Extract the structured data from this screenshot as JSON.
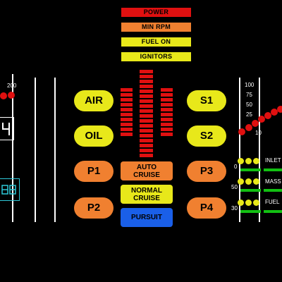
{
  "status_lights": [
    "POWER",
    "MIN RPM",
    "FUEL ON",
    "IGNITORS"
  ],
  "status_colors": [
    "#e01010",
    "#f08030",
    "#e8e81a",
    "#e8e81a"
  ],
  "left_buttons": [
    "AIR",
    "OIL",
    "P1",
    "P2"
  ],
  "right_buttons": [
    "S1",
    "S2",
    "P3",
    "P4"
  ],
  "modes": {
    "auto_cruise": "AUTO\nCRUISE",
    "normal_cruise": "NORMAL\nCRUISE",
    "pursuit": "PURSUIT"
  },
  "left_gauge": {
    "tick_label": "200"
  },
  "right_gauge": {
    "ticks": [
      "100",
      "75",
      "50",
      "25",
      "10"
    ]
  },
  "sensor_rows": [
    {
      "scale": "0",
      "label": "INLET"
    },
    {
      "scale": "50",
      "label": "MASS"
    },
    {
      "scale": "30",
      "label": "FUEL"
    }
  ],
  "colors": {
    "red": "#e01010",
    "orange": "#f08030",
    "yellow": "#e8e81a",
    "blue": "#1a5fe8",
    "green": "#12c012",
    "cyan": "#2ec8d8"
  }
}
